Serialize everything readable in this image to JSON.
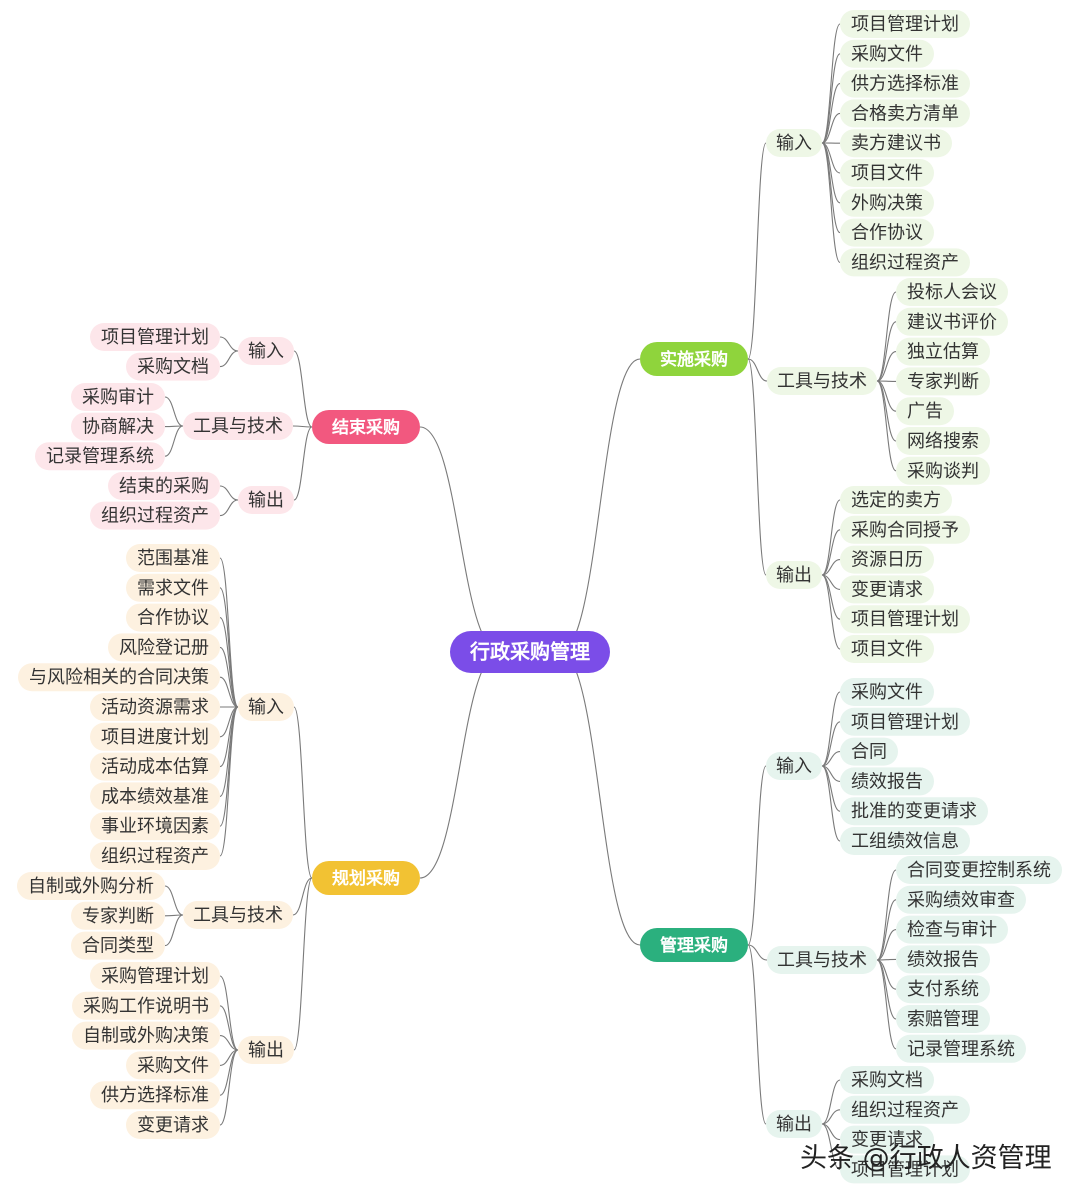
{
  "root": {
    "label": "行政采购管理"
  },
  "colors": {
    "root": "#7b4de8",
    "connector": "#7a7a7a",
    "shishi": "#8fd43c",
    "guanli": "#2bb07e",
    "jieshu": "#f2587f",
    "guihua": "#f2c233",
    "leaf_green": "#eef7e6",
    "leaf_teal": "#e6f4ee",
    "leaf_pink": "#fde6ea",
    "leaf_orange": "#fdf1e0"
  },
  "branches": {
    "shishi": {
      "label": "实施采购",
      "groups": [
        {
          "label": "输入",
          "items": [
            "项目管理计划",
            "采购文件",
            "供方选择标准",
            "合格卖方清单",
            "卖方建议书",
            "项目文件",
            "外购决策",
            "合作协议",
            "组织过程资产"
          ]
        },
        {
          "label": "工具与技术",
          "items": [
            "投标人会议",
            "建议书评价",
            "独立估算",
            "专家判断",
            "广告",
            "网络搜索",
            "采购谈判"
          ]
        },
        {
          "label": "输出",
          "items": [
            "选定的卖方",
            "采购合同授予",
            "资源日历",
            "变更请求",
            "项目管理计划",
            "项目文件"
          ]
        }
      ]
    },
    "guanli": {
      "label": "管理采购",
      "groups": [
        {
          "label": "输入",
          "items": [
            "采购文件",
            "项目管理计划",
            "合同",
            "绩效报告",
            "批准的变更请求",
            "工组绩效信息"
          ]
        },
        {
          "label": "工具与技术",
          "items": [
            "合同变更控制系统",
            "采购绩效审查",
            "检查与审计",
            "绩效报告",
            "支付系统",
            "索赔管理",
            "记录管理系统"
          ]
        },
        {
          "label": "输出",
          "items": [
            "采购文档",
            "组织过程资产",
            "变更请求",
            "项目管理计划"
          ]
        }
      ]
    },
    "jieshu": {
      "label": "结束采购",
      "groups": [
        {
          "label": "输入",
          "items": [
            "项目管理计划",
            "采购文档"
          ]
        },
        {
          "label": "工具与技术",
          "items": [
            "采购审计",
            "协商解决",
            "记录管理系统"
          ]
        },
        {
          "label": "输出",
          "items": [
            "结束的采购",
            "组织过程资产"
          ]
        }
      ]
    },
    "guihua": {
      "label": "规划采购",
      "groups": [
        {
          "label": "输入",
          "items": [
            "范围基准",
            "需求文件",
            "合作协议",
            "风险登记册",
            "与风险相关的合同决策",
            "活动资源需求",
            "项目进度计划",
            "活动成本估算",
            "成本绩效基准",
            "事业环境因素",
            "组织过程资产"
          ]
        },
        {
          "label": "工具与技术",
          "items": [
            "自制或外购分析",
            "专家判断",
            "合同类型"
          ]
        },
        {
          "label": "输出",
          "items": [
            "采购管理计划",
            "采购工作说明书",
            "自制或外购决策",
            "采购文件",
            "供方选择标准",
            "变更请求"
          ]
        }
      ]
    }
  },
  "watermark": "头条 @行政人资管理"
}
